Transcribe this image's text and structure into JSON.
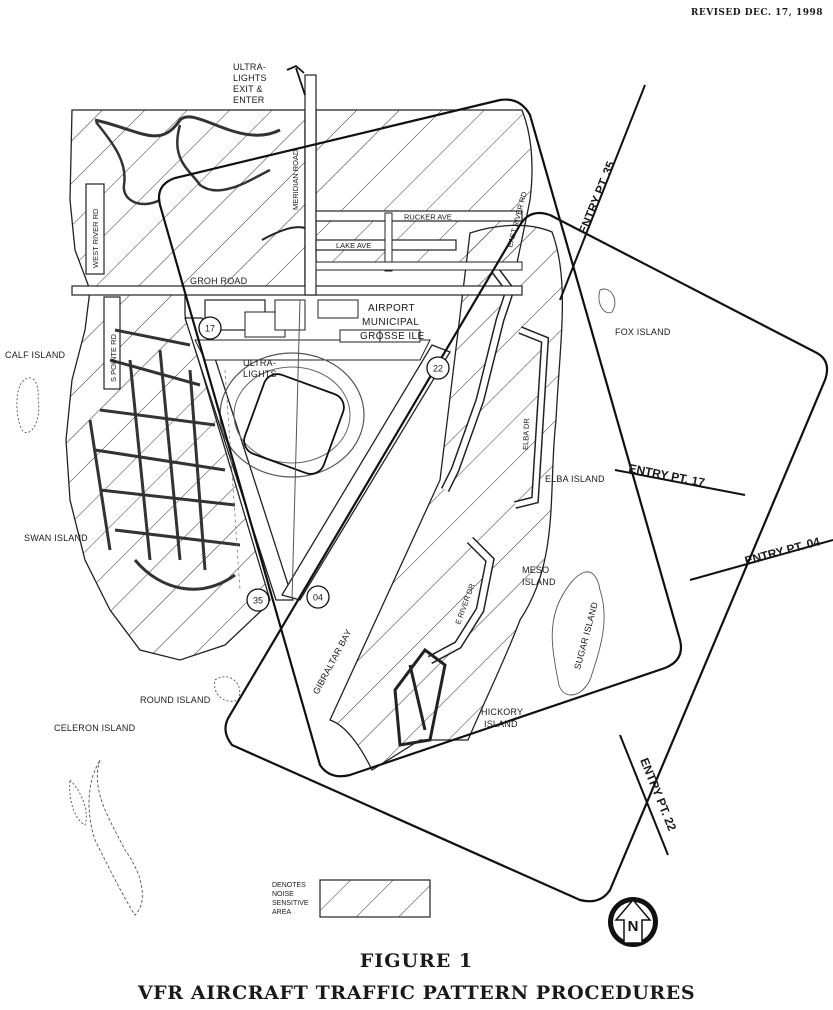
{
  "header": {
    "revised": "REVISED DEC. 17, 1998"
  },
  "figure": {
    "number": "FIGURE 1",
    "subtitle": "VFR AIRCRAFT TRAFFIC PATTERN PROCEDURES"
  },
  "airport": {
    "name_line1": "AIRPORT",
    "name_line2": "MUNICIPAL",
    "name_line3": "GROSSE ILE"
  },
  "ultralights": {
    "exit_line1": "ULTRA-",
    "exit_line2": "LIGHTS",
    "exit_line3": "EXIT &",
    "exit_line4": "ENTER",
    "area_line1": "ULTRA-",
    "area_line2": "LIGHTS"
  },
  "roads": {
    "meridian": "MERIDIAN ROAD",
    "west_river": "WEST RIVER RD",
    "rucker": "RUCKER AVE",
    "lake": "LAKE AVE",
    "groh": "GROH ROAD",
    "east_river": "EAST RIVER RD",
    "s_pointe": "S POINTE RD",
    "elba_dr": "ELBA DR",
    "e_river_dr": "E RIVER DR"
  },
  "places": {
    "fox": "FOX ISLAND",
    "calf": "CALF ISLAND",
    "elba": "ELBA ISLAND",
    "swan": "SWAN ISLAND",
    "meso_line1": "MESO",
    "meso_line2": "ISLAND",
    "sugar": "SUGAR ISLAND",
    "gibraltar": "GIBRALTAR BAY",
    "round": "ROUND ISLAND",
    "hickory_line1": "HICKORY",
    "hickory_line2": "ISLAND",
    "celeron": "CELERON ISLAND"
  },
  "runways": {
    "r17": "17",
    "r22": "22",
    "r35": "35",
    "r04": "04"
  },
  "entry_points": {
    "pt35": "ENTRY PT. 35",
    "pt17": "ENTRY PT. 17",
    "pt04": "ENTRY PT. 04",
    "pt22": "ENTRY PT. 22"
  },
  "legend": {
    "line1": "DENOTES",
    "line2": "NOISE",
    "line3": "SENSITIVE",
    "line4": "AREA"
  },
  "north_arrow": {
    "letter": "N"
  }
}
